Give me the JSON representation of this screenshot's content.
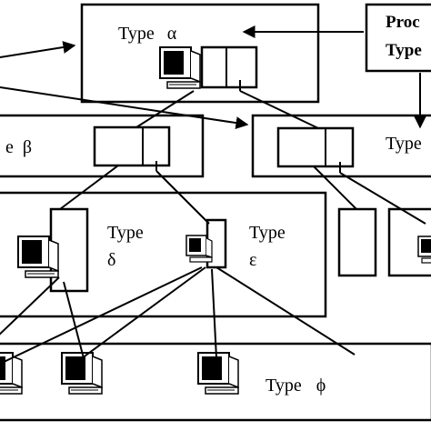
{
  "diagram": {
    "type_alpha_word": "Type",
    "type_alpha_sym": "α",
    "type_beta_word": "e",
    "type_beta_sym": "β",
    "type_gamma_word": "Type",
    "type_delta_word": "Type",
    "type_delta_sym": "δ",
    "type_epsilon_word": "Type",
    "type_epsilon_sym": "ε",
    "type_phi_word": "Type",
    "type_phi_sym": "ϕ",
    "proc_line1": "Proc",
    "proc_line2": "Type"
  }
}
